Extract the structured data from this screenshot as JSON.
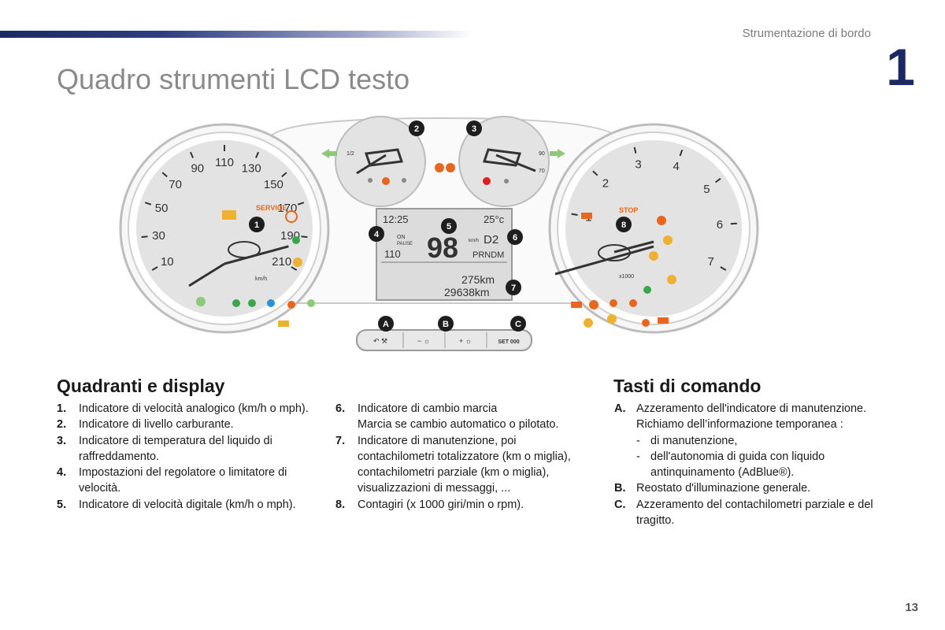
{
  "header": {
    "section": "Strumentazione di bordo",
    "chapter": "1"
  },
  "title": "Quadro strumenti LCD testo",
  "figure": {
    "speedo_ticks": [
      "10",
      "30",
      "50",
      "70",
      "90",
      "110",
      "130",
      "150",
      "170",
      "190",
      "210"
    ],
    "speedo_unit": "km/h",
    "service_label": "SERVICE",
    "tacho_ticks": [
      "1",
      "2",
      "3",
      "4",
      "5",
      "6",
      "7"
    ],
    "tacho_unit": "x1000",
    "stop_label": "STOP",
    "fuel_half": "1/2",
    "temp_90": "90",
    "temp_70": "70",
    "lcd": {
      "time": "12:25",
      "temp": "25°c",
      "limiter_on": "ON",
      "limiter_pause": "PAUSE",
      "set_speed": "110",
      "speed": "98",
      "speed_unit": "km/h",
      "gear": "D2",
      "gear_sel": "PRNDM",
      "range": "275km",
      "odometer": "29638km"
    },
    "callouts": [
      "1",
      "2",
      "3",
      "4",
      "5",
      "6",
      "7",
      "8"
    ],
    "button_letters": [
      "A",
      "B",
      "C"
    ],
    "buttons": [
      "↶ ⚒",
      "− ☼",
      "+ ☼",
      "SET 000"
    ]
  },
  "left": {
    "heading": "Quadranti e display",
    "items": [
      {
        "num": "1.",
        "text": "Indicatore di velocità analogico (km/h o mph)."
      },
      {
        "num": "2.",
        "text": "Indicatore di livello carburante."
      },
      {
        "num": "3.",
        "text": "Indicatore di temperatura del liquido di raffreddamento."
      },
      {
        "num": "4.",
        "text": "Impostazioni del regolatore o limitatore di velocità."
      },
      {
        "num": "5.",
        "text": "Indicatore di velocità digitale (km/h o mph)."
      }
    ]
  },
  "middle": {
    "items": [
      {
        "num": "6.",
        "text": "Indicatore di cambio marcia",
        "extra": "Marcia se cambio automatico o pilotato."
      },
      {
        "num": "7.",
        "text": "Indicatore di manutenzione, poi contachilometri totalizzatore (km o miglia), contachilometri parziale (km o miglia), visualizzazioni di messaggi, ..."
      },
      {
        "num": "8.",
        "text": "Contagiri (x 1000 giri/min o rpm)."
      }
    ]
  },
  "right": {
    "heading": "Tasti di comando",
    "a": {
      "num": "A.",
      "text": "Azzeramento dell'indicatore di manutenzione.",
      "extra": "Richiamo dell’informazione temporanea :",
      "subs": [
        "di manutenzione,",
        "dell'autonomia di guida con liquido antinquinamento (AdBlue®)."
      ]
    },
    "b": {
      "num": "B.",
      "text": "Reostato d'illuminazione generale."
    },
    "c": {
      "num": "C.",
      "text": "Azzeramento del contachilometri parziale e del tragitto."
    }
  },
  "page_number": "13",
  "colors": {
    "brand": "#1b2a63",
    "callout": "#1e1e1e",
    "warning": "#e8661e",
    "green": "#3aa64a"
  }
}
